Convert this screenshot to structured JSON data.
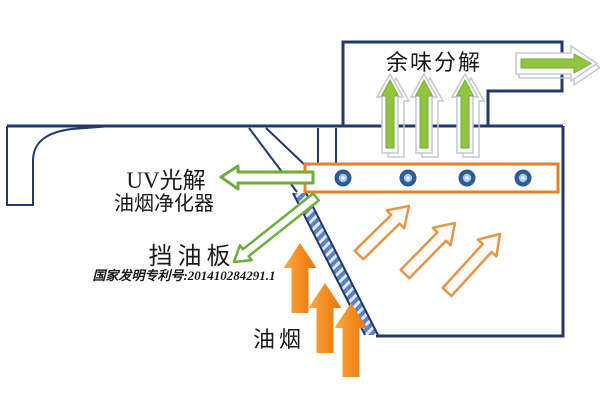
{
  "diagram": {
    "labels": {
      "odor_decomposition": "余味分解",
      "purifier_name_line1": "UV光解",
      "purifier_name_line2": "油烟净化器",
      "oil_baffle": "挡油板",
      "patent_number": "国家发明专利号:201410284291.1",
      "oil_fume": "油烟"
    },
    "components": {
      "uv_lamp_count": 4,
      "fume_inlet_arrow_count": 3,
      "purified_flow_arrow_count": 3,
      "odor_vent_arrow_count": 3,
      "exit_arrow_count": 1
    },
    "colors": {
      "outline_navy": "#21396b",
      "green_arrow": "#92c43e",
      "green_arrow_outline": "#6fae3d",
      "uv_box_border": "#e8812c",
      "fume_arrow_orange": "#f18a1f",
      "baffle_hatch_blue": "#5d83c6",
      "lamp_ring": "#2e5b97",
      "lamp_inner": "#a8c8e8",
      "text": "#1a1a1a"
    }
  }
}
